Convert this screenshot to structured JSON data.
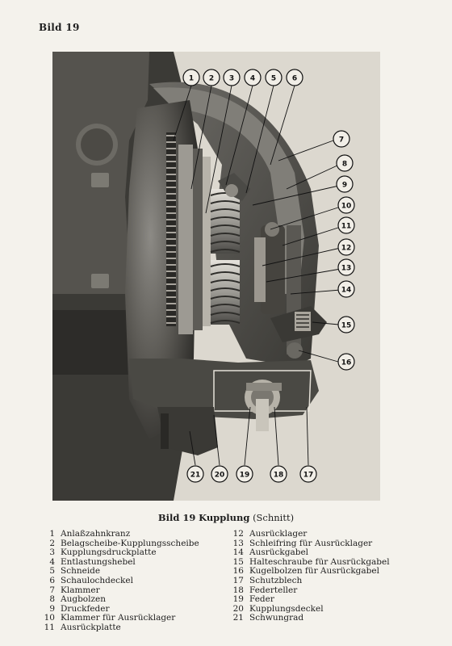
{
  "header": {
    "label": "Bild 19"
  },
  "caption": {
    "figure": "Bild 19",
    "title": "Kupplung",
    "subtitle": "(Schnitt)"
  },
  "legend_left": [
    {
      "num": "1",
      "text": "Anlaßzahnkranz"
    },
    {
      "num": "2",
      "text": "Belagscheibe-Kupplungsscheibe"
    },
    {
      "num": "3",
      "text": "Kupplungsdruckplatte"
    },
    {
      "num": "4",
      "text": "Entlastungshebel"
    },
    {
      "num": "5",
      "text": "Schneide"
    },
    {
      "num": "6",
      "text": "Schaulochdeckel"
    },
    {
      "num": "7",
      "text": "Klammer"
    },
    {
      "num": "8",
      "text": "Augbolzen"
    },
    {
      "num": "9",
      "text": "Druckfeder"
    },
    {
      "num": "10",
      "text": "Klammer für Ausrücklager"
    },
    {
      "num": "11",
      "text": "Ausrückplatte"
    }
  ],
  "legend_right": [
    {
      "num": "12",
      "text": "Ausrücklager"
    },
    {
      "num": "13",
      "text": "Schleifring für Ausrücklager"
    },
    {
      "num": "14",
      "text": "Ausrückgabel"
    },
    {
      "num": "15",
      "text": "Halteschraube für Ausrückgabel"
    },
    {
      "num": "16",
      "text": "Kugelbolzen für Ausrückgabel"
    },
    {
      "num": "17",
      "text": "Schutzblech"
    },
    {
      "num": "18",
      "text": "Federteller"
    },
    {
      "num": "19",
      "text": "Feder"
    },
    {
      "num": "20",
      "text": "Kupplungsdeckel"
    },
    {
      "num": "21",
      "text": "Schwungrad"
    }
  ],
  "callouts": [
    "1",
    "2",
    "3",
    "4",
    "5",
    "6",
    "7",
    "8",
    "9",
    "10",
    "11",
    "12",
    "13",
    "14",
    "15",
    "16",
    "17",
    "18",
    "19",
    "20",
    "21"
  ]
}
